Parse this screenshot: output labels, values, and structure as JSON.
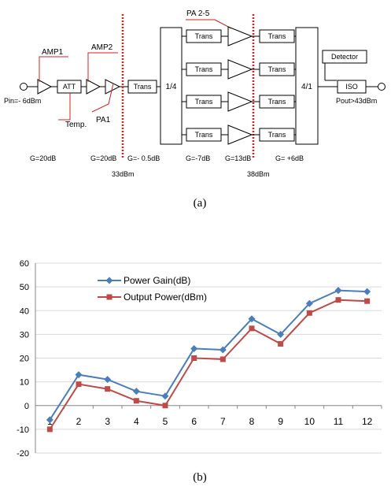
{
  "diagram": {
    "amp1": "AMP1",
    "amp2": "AMP2",
    "pa1": "PA1",
    "pa25": "PA 2-5",
    "att": "ATT",
    "temp": "Temp.",
    "trans": "Trans",
    "splitter": "1/4",
    "combiner": "4/1",
    "detector": "Detector",
    "iso": "ISO",
    "pin": "Pin=- 6dBm",
    "pout": "Pout>43dBm",
    "gains": [
      "G=20dB",
      "G=20dB",
      "G=- 0.5dB",
      "G=-7dB",
      "G=13dB",
      "G= +6dB"
    ],
    "level1": "33dBm",
    "level2": "38dBm",
    "caption": "(a)",
    "marker_color": "#d42020"
  },
  "chart_data": {
    "type": "line",
    "categories": [
      "1",
      "2",
      "3",
      "4",
      "5",
      "6",
      "7",
      "8",
      "9",
      "10",
      "11",
      "12"
    ],
    "series": [
      {
        "name": "Power Gain(dB)",
        "color": "#4a7ebb",
        "marker": "diamond",
        "values": [
          -6,
          13,
          11,
          6,
          4,
          24,
          23.5,
          36.5,
          30,
          43,
          48.5,
          48
        ]
      },
      {
        "name": "Output Power(dBm)",
        "color": "#be4b48",
        "marker": "square",
        "values": [
          -10,
          9,
          7,
          2,
          0,
          20,
          19.5,
          32.5,
          26,
          39,
          44.5,
          44
        ]
      }
    ],
    "yticks": [
      "60",
      "50",
      "40",
      "30",
      "20",
      "10",
      "0",
      "-10",
      "-20"
    ],
    "ylim": [
      -20,
      60
    ],
    "grid": true,
    "legend": "top-left",
    "caption": "(b)"
  }
}
